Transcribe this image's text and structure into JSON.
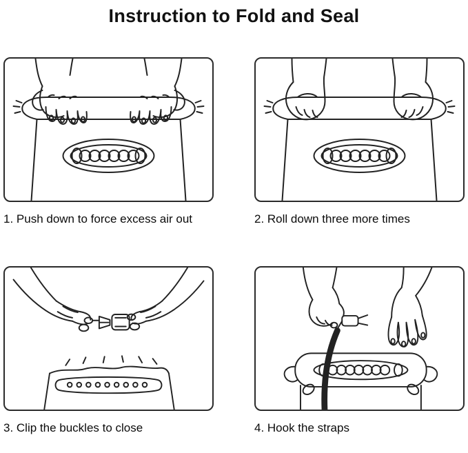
{
  "title": "Instruction to Fold and Seal",
  "steps": [
    {
      "id": 1,
      "caption": "1. Push down to force excess air out",
      "illustration": "hands-pressing-air-out-of-rolled-drybag"
    },
    {
      "id": 2,
      "caption": "2. Roll down three more times",
      "illustration": "hands-gripping-and-rolling-drybag-top"
    },
    {
      "id": 3,
      "caption": "3. Clip the buckles to close",
      "illustration": "hands-clipping-two-buckle-halves"
    },
    {
      "id": 4,
      "caption": "4. Hook the straps",
      "illustration": "hands-hooking-strap-onto-drybag"
    }
  ],
  "colors": {
    "line": "#222222",
    "border": "#2a2a2a",
    "background": "#ffffff",
    "text": "#0b0b0b"
  }
}
